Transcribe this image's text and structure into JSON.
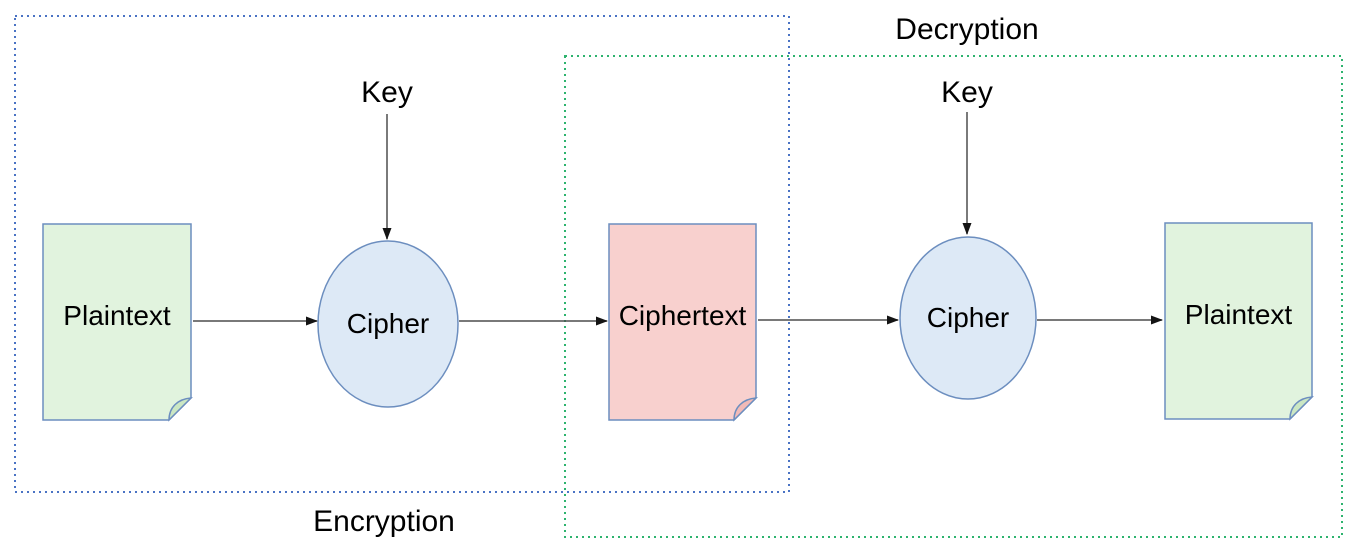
{
  "diagram": {
    "regions": [
      {
        "id": "encryption",
        "label": "Encryption",
        "border_color": "#4a73c4"
      },
      {
        "id": "decryption",
        "label": "Decryption",
        "border_color": "#2db36e"
      }
    ],
    "nodes": [
      {
        "id": "plaintext-source",
        "shape": "document",
        "label": "Plaintext",
        "fill": "#e1f3de",
        "stroke": "#6c8ebf",
        "fold_fill": "#cbe7c3"
      },
      {
        "id": "cipher-encryption",
        "shape": "ellipse",
        "label": "Cipher",
        "fill": "#dde9f6",
        "stroke": "#6c8ebf"
      },
      {
        "id": "ciphertext",
        "shape": "document",
        "label": "Ciphertext",
        "fill": "#f8d0ce",
        "stroke": "#6c8ebf",
        "fold_fill": "#f2bab7"
      },
      {
        "id": "cipher-decryption",
        "shape": "ellipse",
        "label": "Cipher",
        "fill": "#dde9f6",
        "stroke": "#6c8ebf"
      },
      {
        "id": "plaintext-output",
        "shape": "document",
        "label": "Plaintext",
        "fill": "#e1f3de",
        "stroke": "#6c8ebf",
        "fold_fill": "#cbe7c3"
      }
    ],
    "key_inputs": [
      {
        "label": "Key"
      },
      {
        "label": "Key"
      }
    ],
    "arrow": {
      "line_color": "#4d4d4d",
      "head_color": "#141414"
    }
  }
}
